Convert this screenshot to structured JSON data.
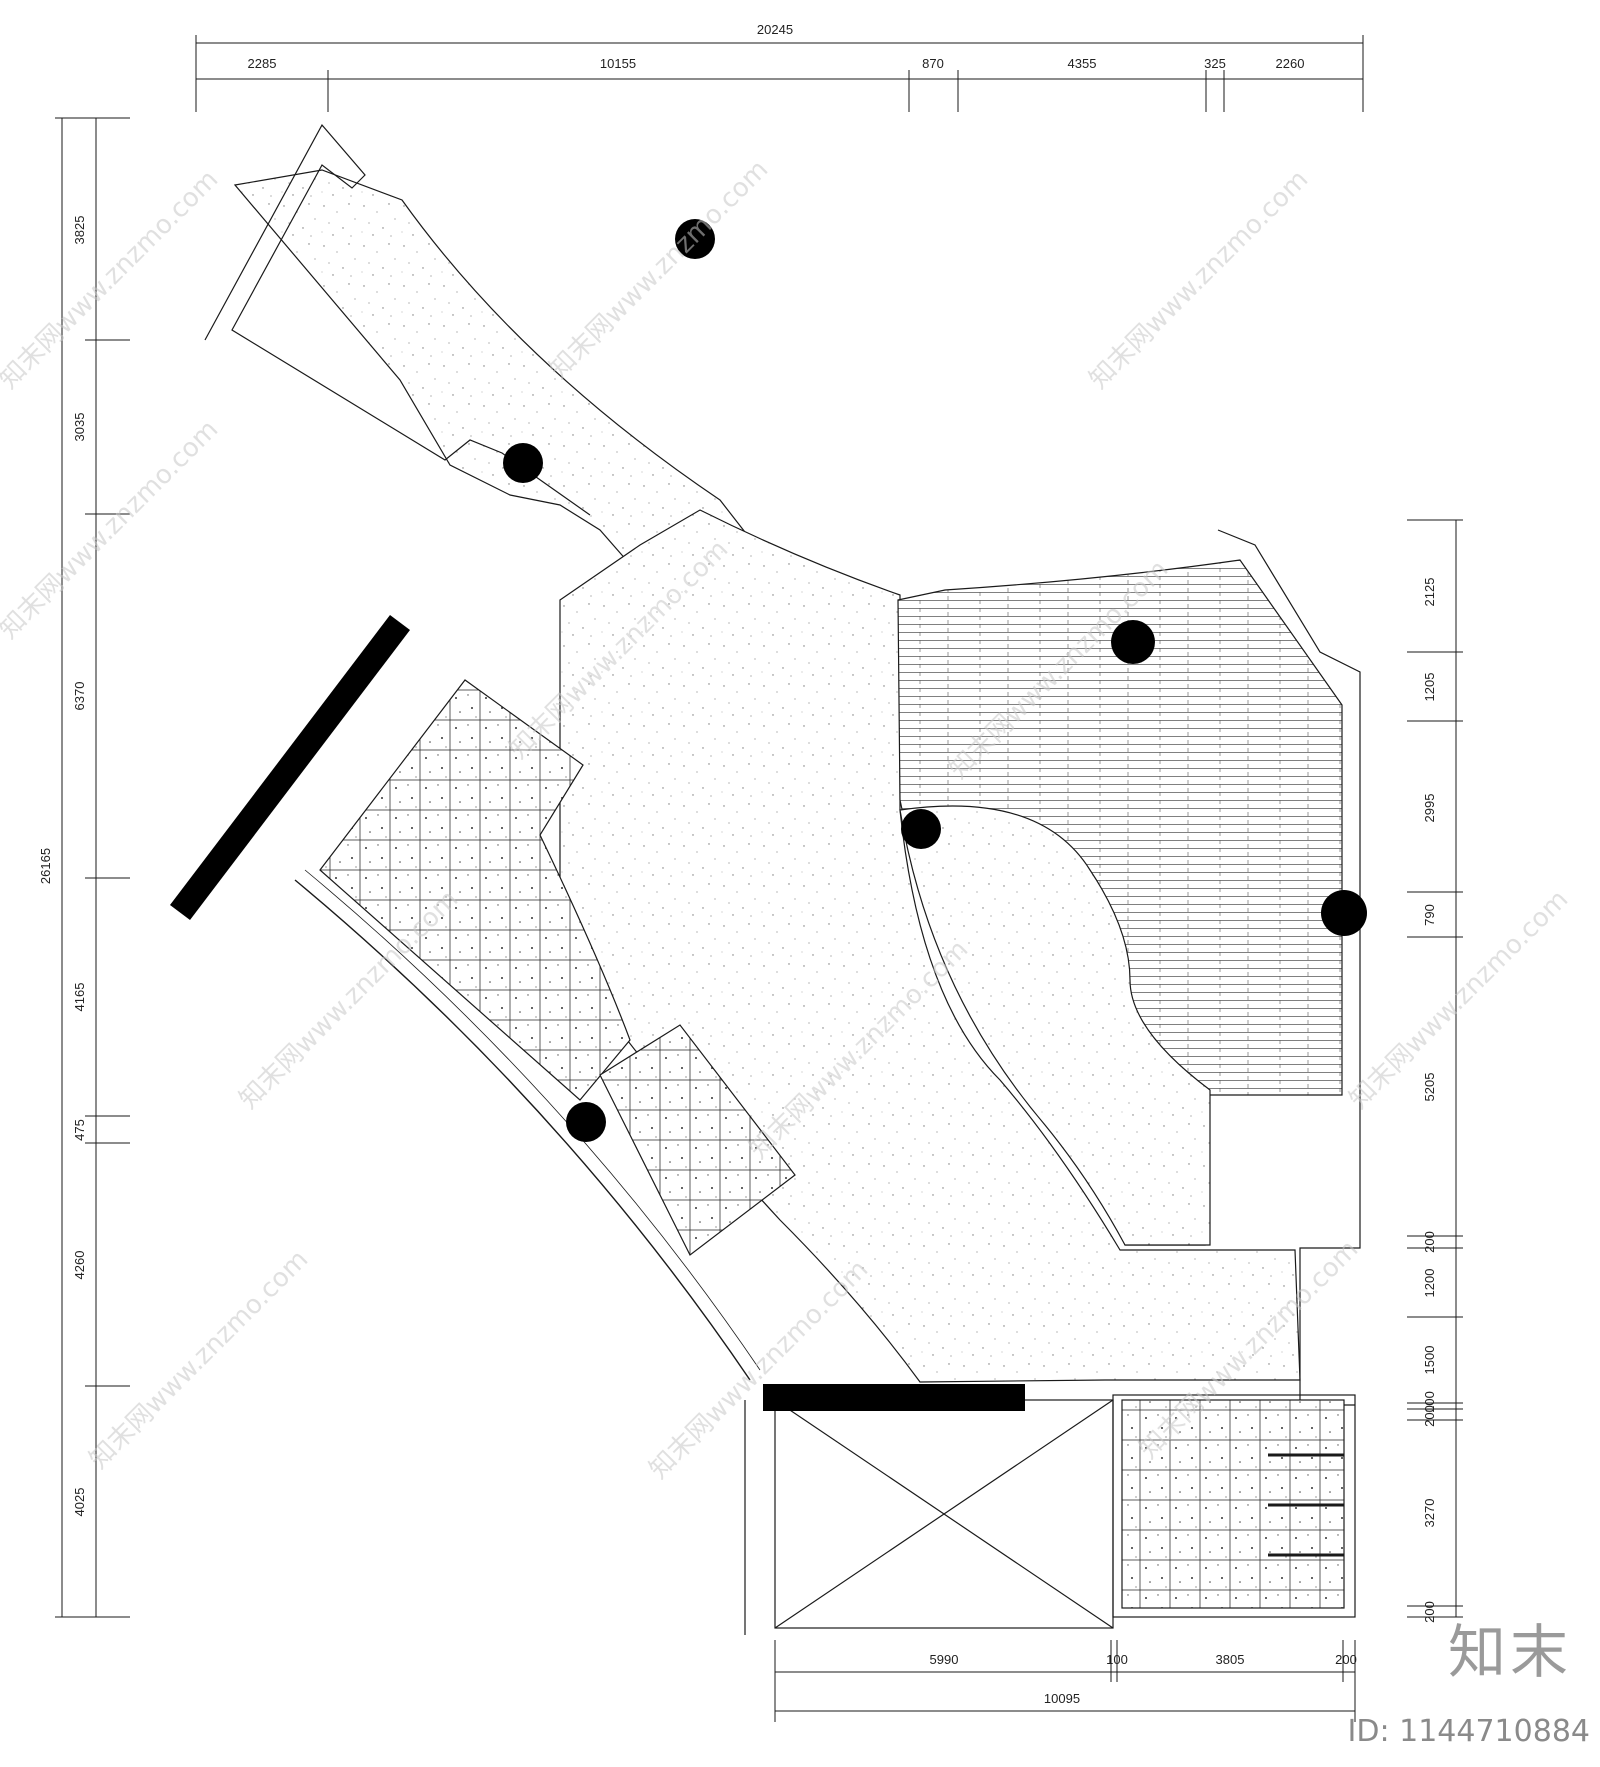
{
  "dimensions": {
    "top_total": "20245",
    "top_segments": [
      "2285",
      "10155",
      "870",
      "4355",
      "325",
      "2260"
    ],
    "left_total": "26165",
    "left_segments": [
      "3825",
      "3035",
      "6370",
      "4165",
      "475",
      "4260",
      "4025"
    ],
    "right_segments": [
      "2125",
      "1205",
      "2995",
      "790",
      "5205",
      "200",
      "1200",
      "1500",
      "100",
      "200",
      "3270",
      "200"
    ],
    "bottom_segments": [
      "5990",
      "100",
      "3805",
      "200"
    ],
    "bottom_total": "10095"
  },
  "watermark": {
    "text": "知末网www.znzmo.com"
  },
  "branding": {
    "logo": "知末",
    "id_label": "ID: 1144710884"
  },
  "colors": {
    "line": "#1a1a1a",
    "fill_dark": "#000000",
    "watermark": "#c8c8c8"
  }
}
